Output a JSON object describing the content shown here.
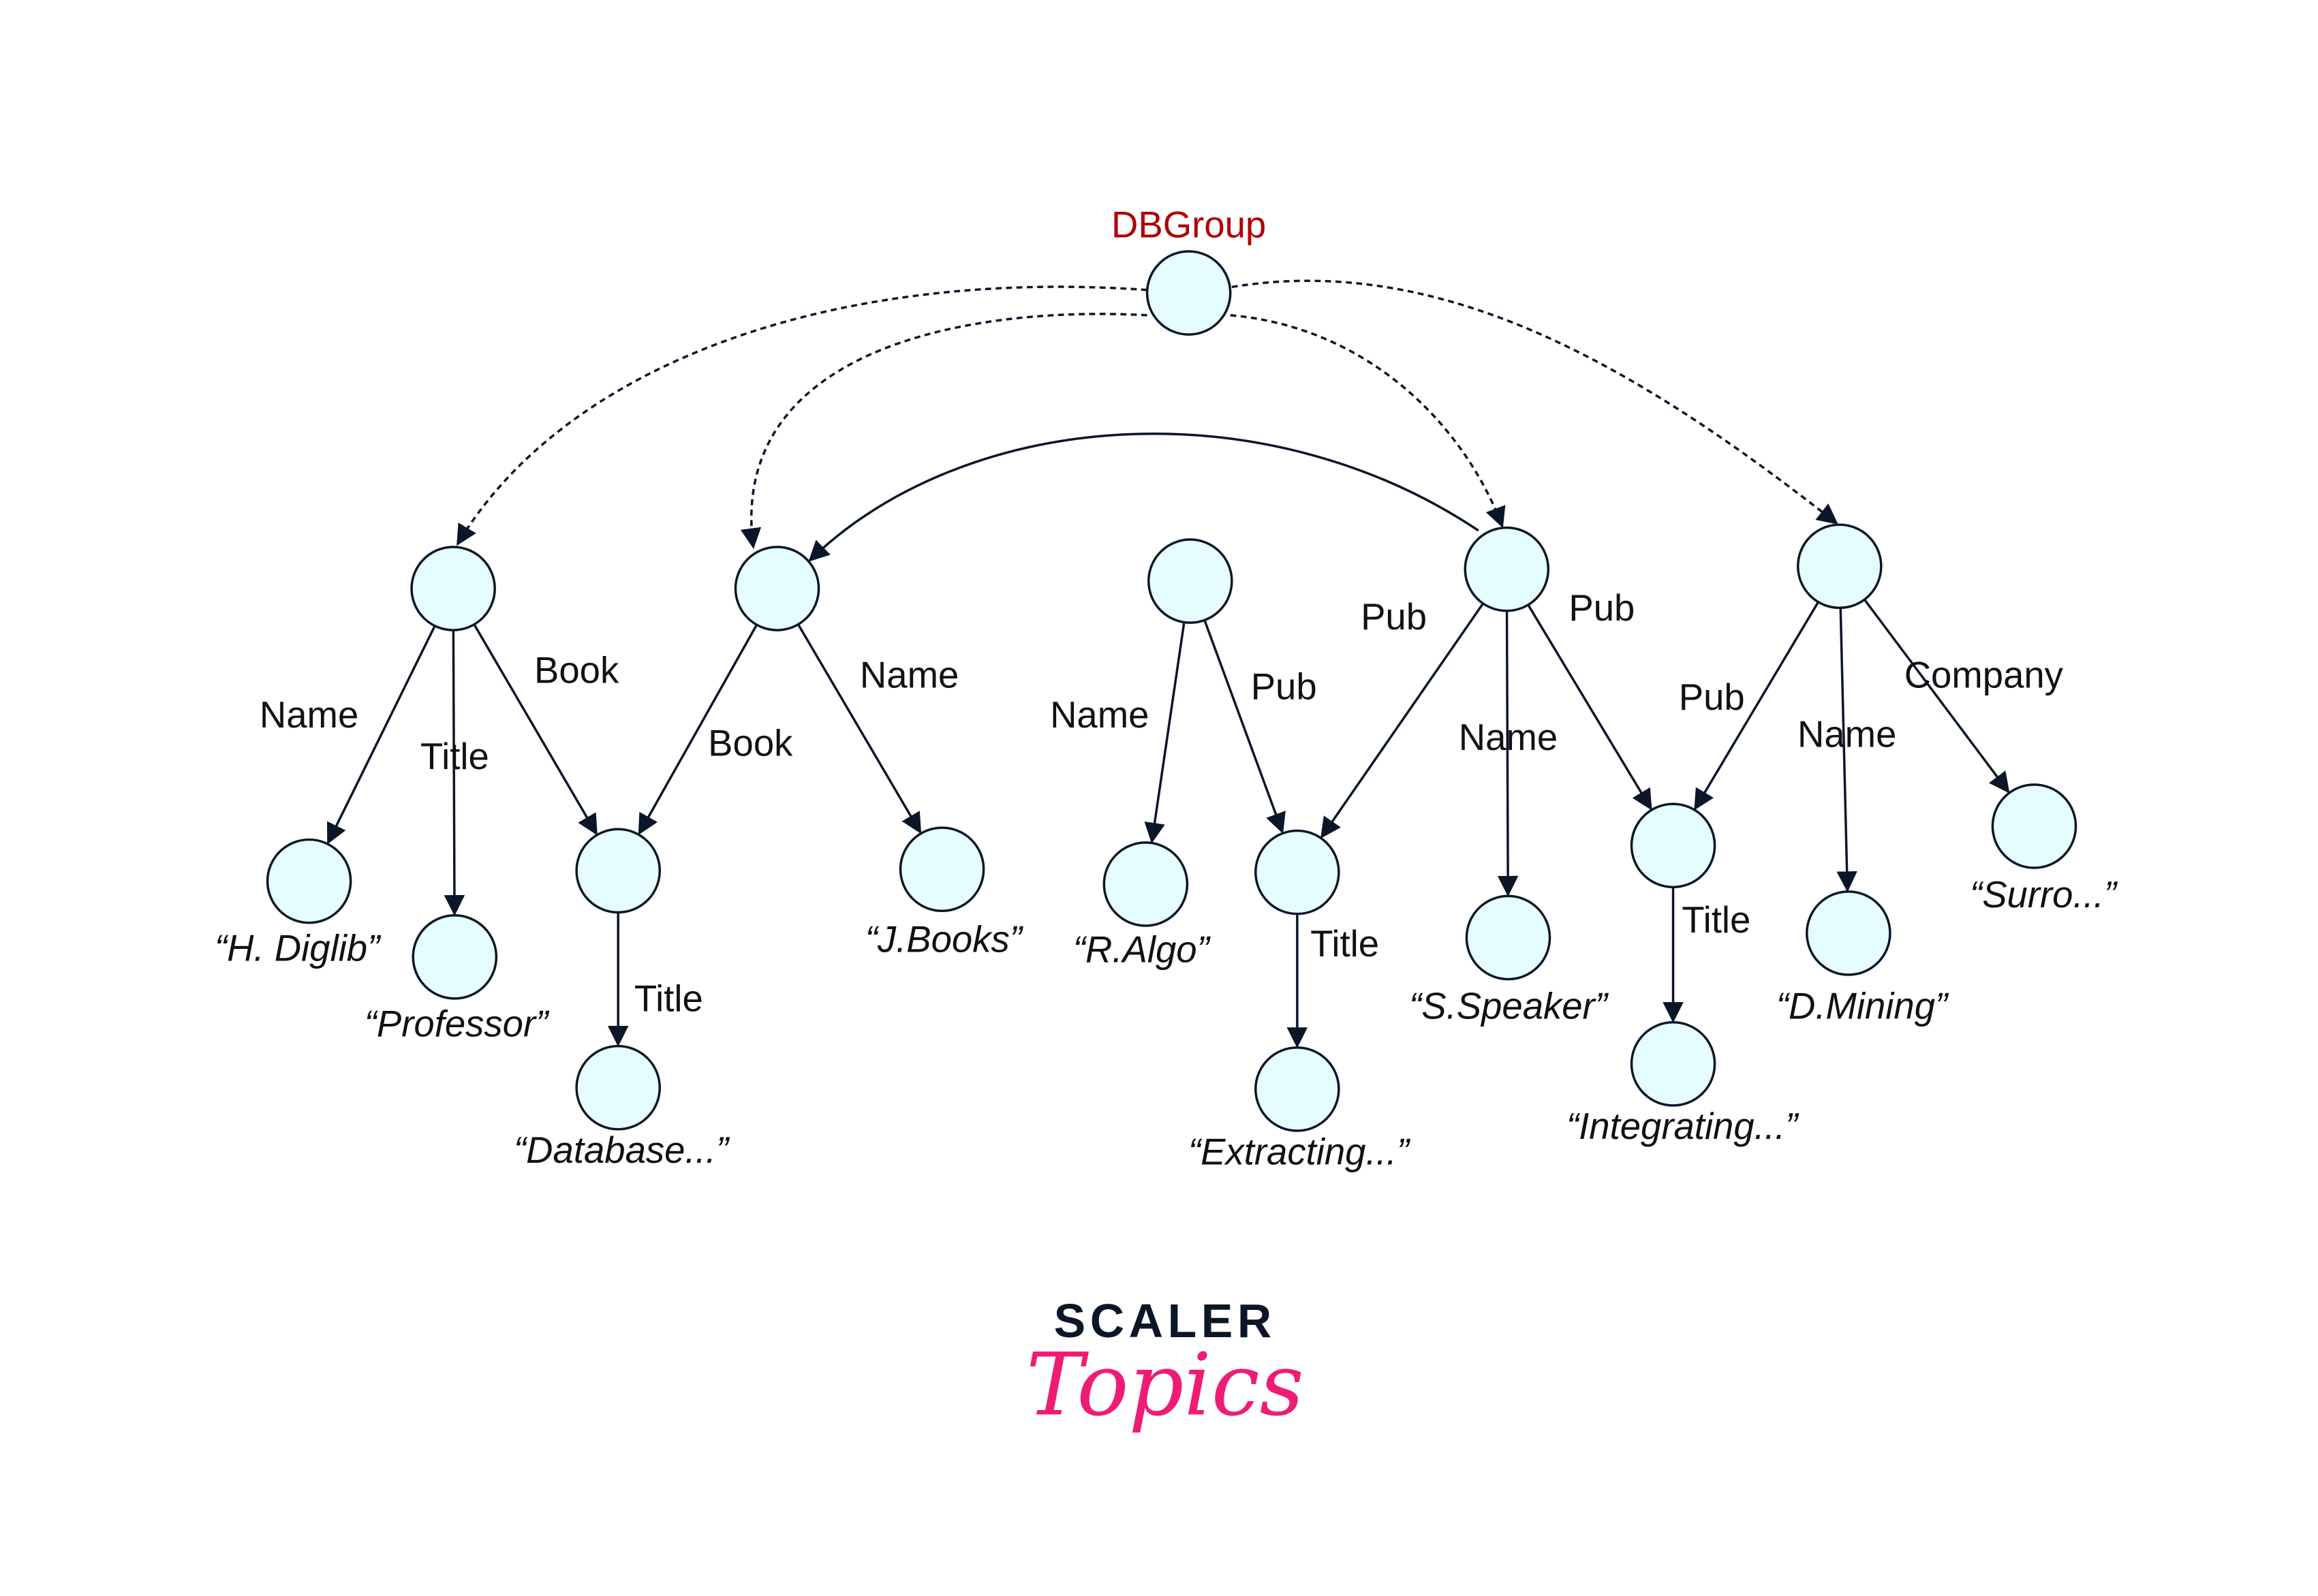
{
  "root_label": "DBGroup",
  "nodes": [
    {
      "id": "root",
      "value": "DBGroup"
    },
    {
      "id": "a"
    },
    {
      "id": "b"
    },
    {
      "id": "c"
    },
    {
      "id": "d"
    },
    {
      "id": "e"
    },
    {
      "id": "hdiglib",
      "value": "“H. Diglib”"
    },
    {
      "id": "prof",
      "value": "“Professor”"
    },
    {
      "id": "book1"
    },
    {
      "id": "db",
      "value": "“Database...”"
    },
    {
      "id": "jbooks",
      "value": "“J.Books”"
    },
    {
      "id": "ralgo",
      "value": "“R.Algo”"
    },
    {
      "id": "pub1"
    },
    {
      "id": "extract",
      "value": "“Extracting...”"
    },
    {
      "id": "sspeaker",
      "value": "“S.Speaker”"
    },
    {
      "id": "pub2"
    },
    {
      "id": "integr",
      "value": "“Integrating...”"
    },
    {
      "id": "dmining",
      "value": "“D.Mining”"
    },
    {
      "id": "surro",
      "value": "“Surro...”"
    }
  ],
  "edges": [
    {
      "from": "a",
      "to": "hdiglib",
      "label": "Name"
    },
    {
      "from": "a",
      "to": "prof",
      "label": "Title"
    },
    {
      "from": "a",
      "to": "book1",
      "label": "Book"
    },
    {
      "from": "b",
      "to": "book1",
      "label": "Book"
    },
    {
      "from": "b",
      "to": "jbooks",
      "label": "Name"
    },
    {
      "from": "book1",
      "to": "db",
      "label": "Title"
    },
    {
      "from": "c",
      "to": "ralgo",
      "label": "Name"
    },
    {
      "from": "c",
      "to": "pub1",
      "label": "Pub"
    },
    {
      "from": "d",
      "to": "pub1",
      "label": "Pub"
    },
    {
      "from": "d",
      "to": "sspeaker",
      "label": "Name"
    },
    {
      "from": "d",
      "to": "pub2",
      "label": "Pub"
    },
    {
      "from": "pub1",
      "to": "extract",
      "label": "Title"
    },
    {
      "from": "e",
      "to": "pub2",
      "label": "Pub"
    },
    {
      "from": "e",
      "to": "dmining",
      "label": "Name"
    },
    {
      "from": "e",
      "to": "surro",
      "label": "Company"
    },
    {
      "from": "pub2",
      "to": "integr",
      "label": "Title"
    }
  ],
  "dashed_edges": [
    {
      "from": "root",
      "to": "a"
    },
    {
      "from": "root",
      "to": "b"
    },
    {
      "from": "root",
      "to": "d"
    },
    {
      "from": "root",
      "to": "e"
    }
  ],
  "curved_edges": [
    {
      "from": "d",
      "to": "b"
    }
  ],
  "logo": {
    "line1": "SCALER",
    "line2": "Topics"
  },
  "colors": {
    "node_fill": "#e6fdfd",
    "stroke": "#0b1629",
    "root_label": "#b00000",
    "logo_pink": "#ee1c74"
  }
}
